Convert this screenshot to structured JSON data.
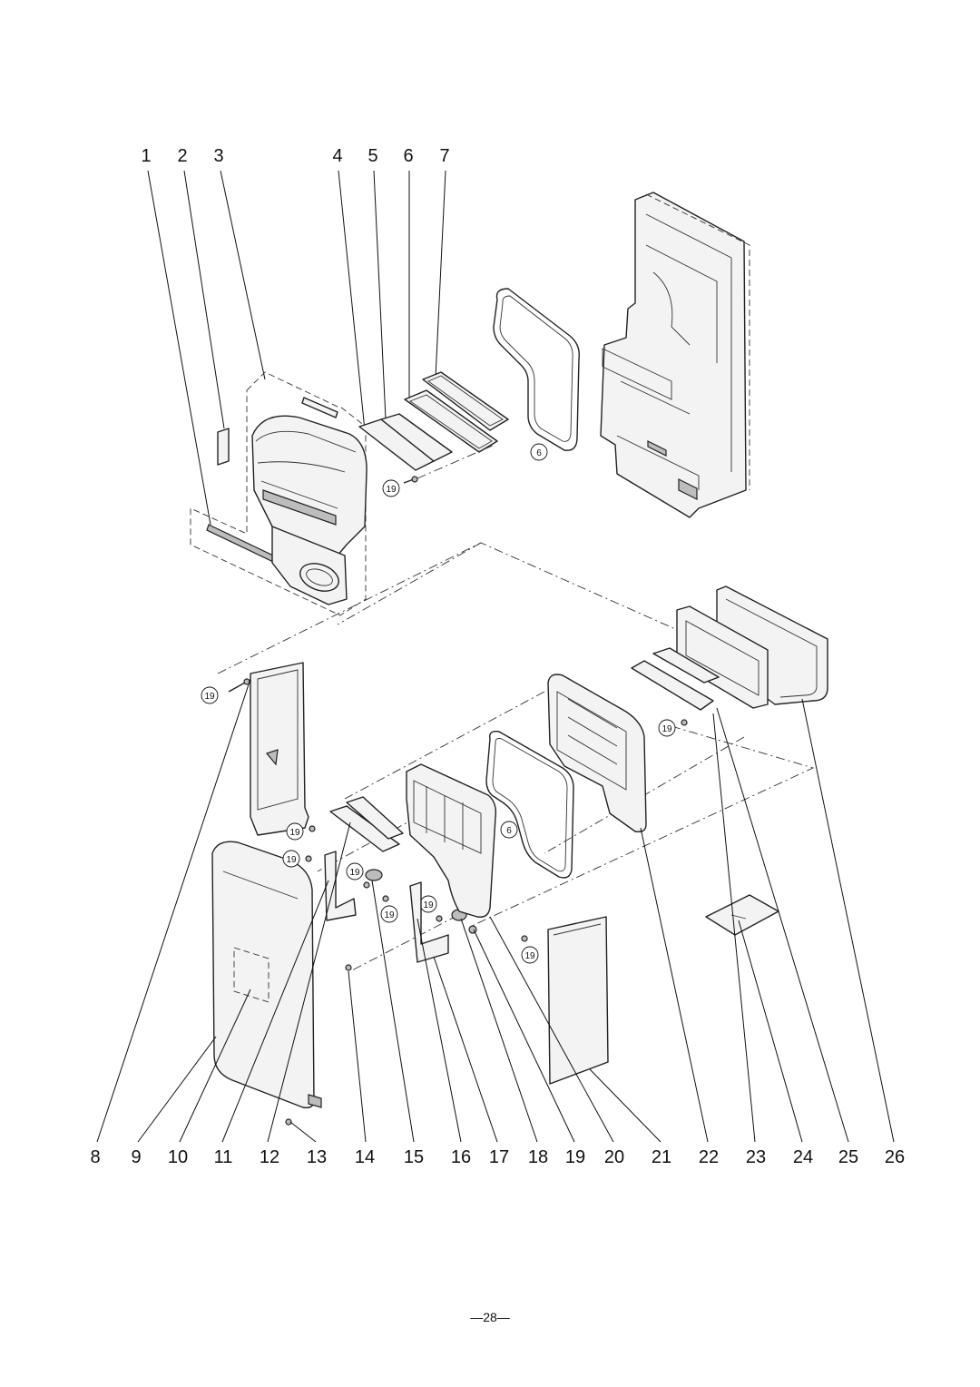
{
  "top_labels": [
    "1",
    "2",
    "3",
    "4",
    "5",
    "6",
    "7"
  ],
  "bottom_labels": [
    "8",
    "9",
    "10",
    "11",
    "12",
    "13",
    "14",
    "15",
    "16",
    "17",
    "18",
    "19",
    "20",
    "21",
    "22",
    "23",
    "24",
    "25",
    "26"
  ],
  "callouts": {
    "six": "6",
    "nineteen": "19"
  },
  "page_number": "—28—"
}
